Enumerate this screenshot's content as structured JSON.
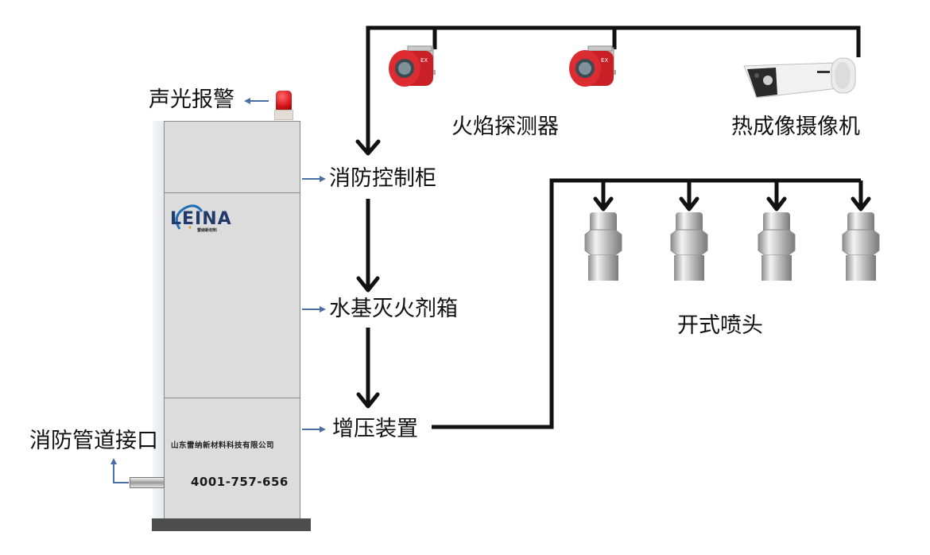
{
  "diagram": {
    "title": "Water-based fire suppression system schematic",
    "colors": {
      "flow_arrow": "#111111",
      "pointer_arrow": "#4a6fa5",
      "cabinet_panel": "#dcdcdc",
      "cabinet_base": "#4d4d4d",
      "detector_red": "#d42a2a",
      "alarm_red": "#d6141a",
      "logo_blue": "#1f3a6b"
    },
    "cabinet": {
      "logo": "LEINA",
      "logo_subtitle": "雷纳新材料",
      "company_name": "山东雷纳新材料科技有限公司",
      "phone": "4001-757-656"
    },
    "components": {
      "alarm": "声光报警",
      "control_cabinet": "消防控制柜",
      "agent_tank": "水基灭火剂箱",
      "booster": "增压装置",
      "pipe_interface": "消防管道接口",
      "flame_detector": "火焰探测器",
      "thermal_camera": "热成像摄像机",
      "open_nozzle": "开式喷头"
    },
    "nodes": [
      {
        "id": "flame_detector",
        "label": "火焰探测器",
        "count": 2
      },
      {
        "id": "thermal_camera",
        "label": "热成像摄像机",
        "count": 1
      },
      {
        "id": "control_cabinet",
        "label": "消防控制柜"
      },
      {
        "id": "agent_tank",
        "label": "水基灭火剂箱"
      },
      {
        "id": "booster",
        "label": "增压装置"
      },
      {
        "id": "open_nozzle",
        "label": "开式喷头",
        "count": 4
      }
    ],
    "edges": [
      {
        "from": "flame_detector",
        "to": "control_cabinet"
      },
      {
        "from": "thermal_camera",
        "to": "control_cabinet"
      },
      {
        "from": "control_cabinet",
        "to": "agent_tank"
      },
      {
        "from": "agent_tank",
        "to": "booster"
      },
      {
        "from": "booster",
        "to": "open_nozzle"
      }
    ]
  }
}
